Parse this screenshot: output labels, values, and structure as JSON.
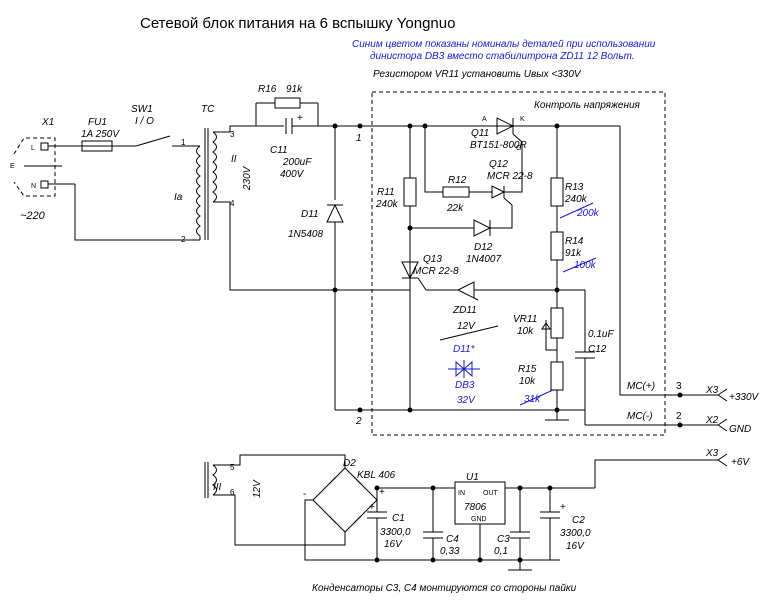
{
  "title": "Сетевой блок питания на 6 вспышку Yongnuo",
  "note_line1": "Синим цветом показаны номиналы деталей при использовании",
  "note_line2": "динистора DB3 вместо стабилитрона ZD11 12 Вольт.",
  "note_vr11": "Резистором VR11 установить  Uвых <330V",
  "note_bottom": "Конденсаторы С3, С4 монтируются со стороны пайки",
  "box_label": "Контроль напряжения",
  "colors": {
    "wire": "#000000",
    "blue": "#1a1acc"
  },
  "labels": {
    "x1": "X1",
    "x1_l": "L",
    "x1_e": "E",
    "x1_n": "N",
    "mains": "~220",
    "fu1": "FU1",
    "fu1_val": "1A 250V",
    "sw1": "SW1",
    "sw1_val": "I / O",
    "tc": "TC",
    "tc_p1": "1",
    "tc_p2": "2",
    "tc_p3": "3",
    "tc_p4": "4",
    "tc_p5": "5",
    "tc_p6": "6",
    "tc_ia": "Ia",
    "tc_ii": "II",
    "tc_230": "230V",
    "tc_iii": "III",
    "tc_12": "12V",
    "r16": "R16",
    "r16_val": "91k",
    "c11": "C11",
    "c11_val": "200uF",
    "c11_v": "400V",
    "c11_plus": "+",
    "d11": "D11",
    "d11_val": "1N5408",
    "node1": "1",
    "node2": "2",
    "q11": "Q11",
    "q11_val": "BT151-800R",
    "q11_a": "A",
    "q11_k": "K",
    "q11_g": "G",
    "q12": "Q12",
    "q12_val": "MCR 22-8",
    "r11": "R11",
    "r11_val": "240k",
    "r12": "R12",
    "r12_val": "22k",
    "r13": "R13",
    "r13_val": "240k",
    "r13_blue": "200k",
    "r14": "R14",
    "r14_val": "91k",
    "r14_blue": "100k",
    "d12": "D12",
    "d12_val": "1N4007",
    "q13": "Q13",
    "q13_val": "MCR 22-8",
    "zd11": "ZD11",
    "zd11_val": "12V",
    "d11s": "D11*",
    "db3": "DB3",
    "db3_v": "32V",
    "vr11": "VR11",
    "vr11_val": "10k",
    "c12_val": "0.1uF",
    "c12": "C12",
    "r15": "R15",
    "r15_val": "10k",
    "r15_blue": "31k",
    "mcp": "MC(+)",
    "mcm": "MC(-)",
    "x3_pin": "3",
    "x2_pin": "2",
    "x3": "X3",
    "x3_val": "+330V",
    "x2": "X2",
    "x2_val": "GND",
    "x3b": "X3",
    "x3b_val": "+6V",
    "d2": "D2",
    "d2_val": "KBL 406",
    "c1": "C1",
    "c1_val": "3300,0",
    "c1_v": "16V",
    "c4": "C4",
    "c4_val": "0,33",
    "u1": "U1",
    "u1_val": "7806",
    "u1_in": "IN",
    "u1_out": "OUT",
    "u1_gnd": "GND",
    "c3": "C3",
    "c3_val": "0,1",
    "c2": "C2",
    "c2_val": "3300,0",
    "c2_v": "16V",
    "plus": "+",
    "minus": "-"
  }
}
